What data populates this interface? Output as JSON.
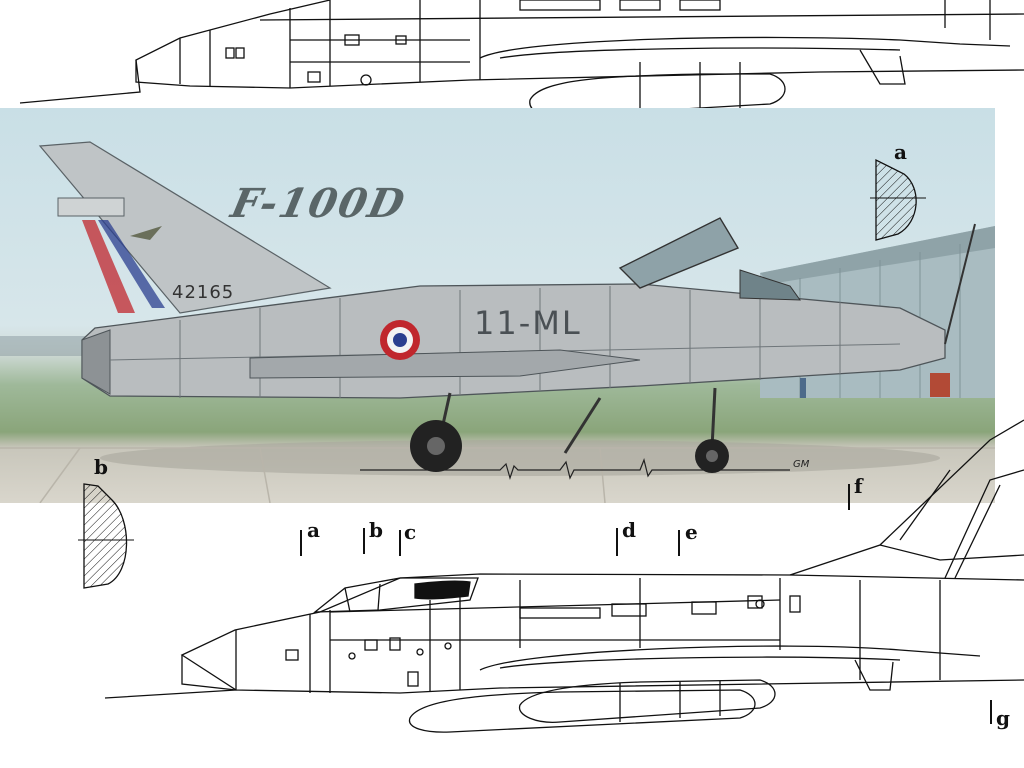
{
  "title": "F-100D",
  "aircraft": {
    "serial": "42165",
    "code": "11-ML"
  },
  "scale_signature": "GM",
  "stations": [
    {
      "label": "a"
    },
    {
      "label": "b"
    },
    {
      "label": "c"
    },
    {
      "label": "d"
    },
    {
      "label": "e"
    },
    {
      "label": "f"
    },
    {
      "label": "g"
    }
  ],
  "section_labels": {
    "top_right": "a",
    "left": "b"
  },
  "colors": {
    "sky": "#c9dfe6",
    "grass": "#8aa57a",
    "tarmac": "#d9d6cc",
    "metal": "#b8bcbe",
    "roundel_blue": "#2b3f8f",
    "roundel_red": "#c0272d",
    "line": "#111111"
  }
}
